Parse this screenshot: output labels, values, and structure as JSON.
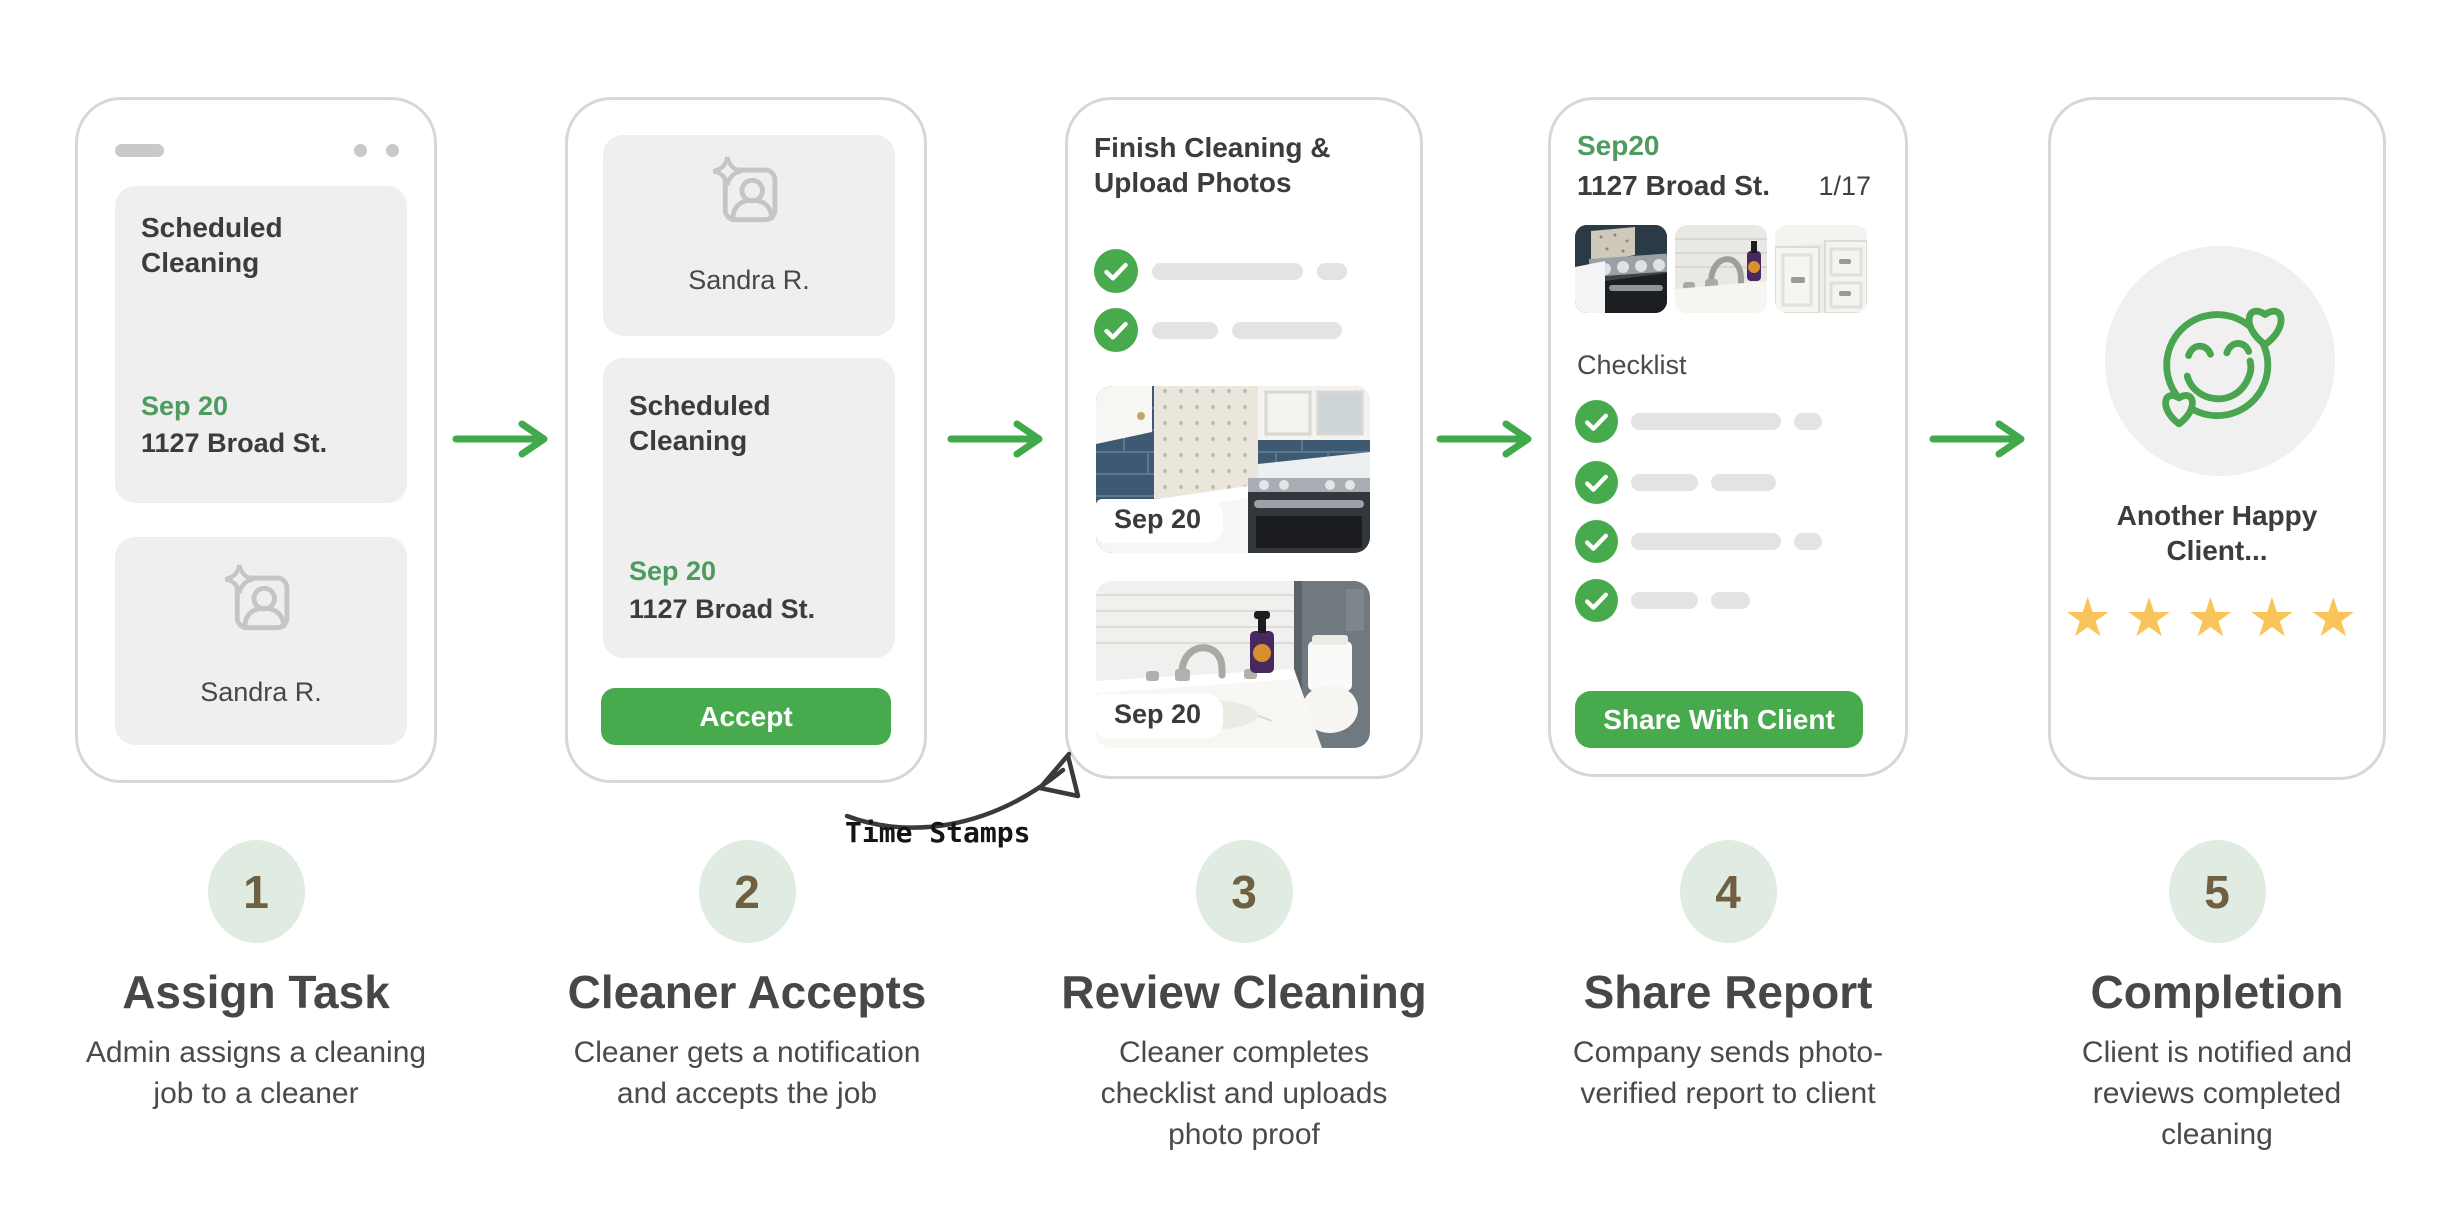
{
  "palette": {
    "accent_green": "#47AB4E",
    "text_green": "#4E9B5F",
    "arrow_green": "#3FA94C",
    "star_yellow": "#F9C45A",
    "step_circle_bg": "#E0EBE1",
    "step_number_brown": "#6E6040",
    "card_gray": "#EFEFEF"
  },
  "phone1": {
    "job_card": {
      "title": "Scheduled\nCleaning",
      "date": "Sep 20",
      "address": "1127 Broad St."
    },
    "cleaner_card": {
      "name": "Sandra R."
    }
  },
  "phone2": {
    "cleaner_card": {
      "name": "Sandra R."
    },
    "job_card": {
      "title": "Scheduled\nCleaning",
      "date": "Sep 20",
      "address": "1127 Broad St."
    },
    "accept_button": "Accept"
  },
  "phone3": {
    "title": "Finish Cleaning &\nUpload Photos",
    "photos": [
      {
        "timestamp": "Sep 20",
        "subject": "kitchen"
      },
      {
        "timestamp": "Sep 20",
        "subject": "bathroom"
      }
    ]
  },
  "annotation": {
    "label": "Time Stamps"
  },
  "phone4": {
    "date": "Sep20",
    "address": "1127 Broad St.",
    "counter": "1/17",
    "checklist_label": "Checklist",
    "share_button": "Share With Client"
  },
  "phone5": {
    "caption": "Another Happy\nClient...",
    "stars": "★★★★★"
  },
  "steps": [
    {
      "number": "1",
      "title": "Assign Task",
      "description": "Admin assigns a cleaning\njob to a cleaner"
    },
    {
      "number": "2",
      "title": "Cleaner Accepts",
      "description": "Cleaner gets a notification\nand accepts the job"
    },
    {
      "number": "3",
      "title": "Review Cleaning",
      "description": "Cleaner completes\nchecklist and uploads\nphoto proof"
    },
    {
      "number": "4",
      "title": "Share Report",
      "description": "Company sends photo-\nverified report to client"
    },
    {
      "number": "5",
      "title": "Completion",
      "description": "Client is notified and\nreviews completed\ncleaning"
    }
  ]
}
